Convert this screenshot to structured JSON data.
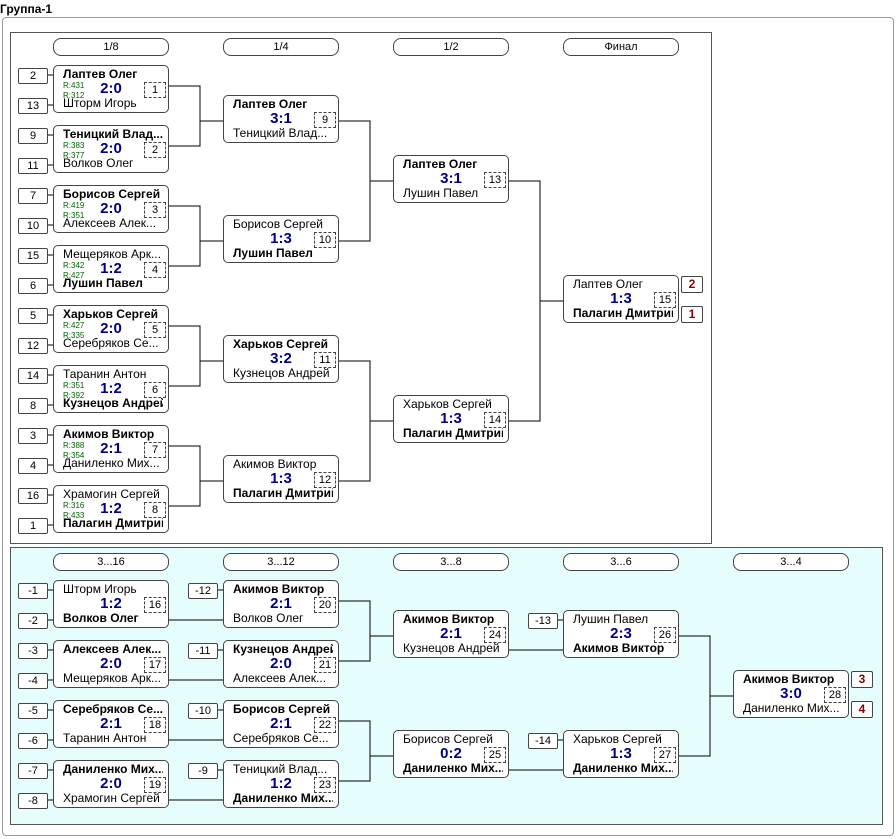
{
  "title": "Группа-1",
  "colors": {
    "score": "#000080",
    "rating": "#006400",
    "place": "#8b0000",
    "consolation_bg": "#e6fdfd"
  },
  "main": {
    "rounds": [
      "1/8",
      "1/4",
      "1/2",
      "Финал"
    ],
    "seeds": [
      "2",
      "13",
      "9",
      "11",
      "7",
      "10",
      "15",
      "6",
      "5",
      "12",
      "14",
      "8",
      "3",
      "4",
      "16",
      "1"
    ],
    "matches": [
      {
        "p1": "Лаптев Олег",
        "p2": "Шторм Игорь",
        "score": "2:0",
        "num": "1",
        "winner": 1,
        "r1": "R:431",
        "r2": "R:312"
      },
      {
        "p1": "Теницкий Влад...",
        "p2": "Волков Олег",
        "score": "2:0",
        "num": "2",
        "winner": 1,
        "r1": "R:383",
        "r2": "R:377"
      },
      {
        "p1": "Борисов Сергей",
        "p2": "Алексеев Алек...",
        "score": "2:0",
        "num": "3",
        "winner": 1,
        "r1": "R:419",
        "r2": "R:351"
      },
      {
        "p1": "Мещеряков Арк...",
        "p2": "Лушин Павел",
        "score": "1:2",
        "num": "4",
        "winner": 2,
        "r1": "R:342",
        "r2": "R:427"
      },
      {
        "p1": "Харьков Сергей",
        "p2": "Серебряков Се...",
        "score": "2:0",
        "num": "5",
        "winner": 1,
        "r1": "R:427",
        "r2": "R:335"
      },
      {
        "p1": "Таранин Антон",
        "p2": "Кузнецов Андрей",
        "score": "1:2",
        "num": "6",
        "winner": 2,
        "r1": "R:351",
        "r2": "R:392"
      },
      {
        "p1": "Акимов Виктор",
        "p2": "Даниленко Мих...",
        "score": "2:1",
        "num": "7",
        "winner": 1,
        "r1": "R:388",
        "r2": "R:354"
      },
      {
        "p1": "Храмогин Сергей",
        "p2": "Палагин Дмитрий",
        "score": "1:2",
        "num": "8",
        "winner": 2,
        "r1": "R:316",
        "r2": "R:433"
      },
      {
        "p1": "Лаптев Олег",
        "p2": "Теницкий Влад...",
        "score": "3:1",
        "num": "9",
        "winner": 1
      },
      {
        "p1": "Борисов Сергей",
        "p2": "Лушин Павел",
        "score": "1:3",
        "num": "10",
        "winner": 2
      },
      {
        "p1": "Харьков Сергей",
        "p2": "Кузнецов Андрей",
        "score": "3:2",
        "num": "11",
        "winner": 1
      },
      {
        "p1": "Акимов Виктор",
        "p2": "Палагин Дмитрий",
        "score": "1:3",
        "num": "12",
        "winner": 2
      },
      {
        "p1": "Лаптев Олег",
        "p2": "Лушин Павел",
        "score": "3:1",
        "num": "13",
        "winner": 1
      },
      {
        "p1": "Харьков Сергей",
        "p2": "Палагин Дмитрий",
        "score": "1:3",
        "num": "14",
        "winner": 2
      },
      {
        "p1": "Лаптев Олег",
        "p2": "Палагин Дмитрий",
        "score": "1:3",
        "num": "15",
        "winner": 2
      }
    ],
    "places": [
      "2",
      "1"
    ]
  },
  "consolation": {
    "rounds": [
      "3...16",
      "3...12",
      "3...8",
      "3...6",
      "3...4"
    ],
    "seeds": [
      "-1",
      "-2",
      "-3",
      "-4",
      "-5",
      "-6",
      "-7",
      "-8",
      "-12",
      "-11",
      "-10",
      "-9",
      "-13",
      "-14"
    ],
    "matches": [
      {
        "p1": "Шторм Игорь",
        "p2": "Волков Олег",
        "score": "1:2",
        "num": "16",
        "winner": 2
      },
      {
        "p1": "Алексеев Алек...",
        "p2": "Мещеряков Арк...",
        "score": "2:0",
        "num": "17",
        "winner": 1
      },
      {
        "p1": "Серебряков Се...",
        "p2": "Таранин Антон",
        "score": "2:1",
        "num": "18",
        "winner": 1
      },
      {
        "p1": "Даниленко Мих...",
        "p2": "Храмогин Сергей",
        "score": "2:0",
        "num": "19",
        "winner": 1
      },
      {
        "p1": "Акимов Виктор",
        "p2": "Волков Олег",
        "score": "2:1",
        "num": "20",
        "winner": 1
      },
      {
        "p1": "Кузнецов Андрей",
        "p2": "Алексеев Алек...",
        "score": "2:0",
        "num": "21",
        "winner": 1
      },
      {
        "p1": "Борисов Сергей",
        "p2": "Серебряков Се...",
        "score": "2:1",
        "num": "22",
        "winner": 1
      },
      {
        "p1": "Теницкий Влад...",
        "p2": "Даниленко Мих...",
        "score": "1:2",
        "num": "23",
        "winner": 2
      },
      {
        "p1": "Акимов Виктор",
        "p2": "Кузнецов Андрей",
        "score": "2:1",
        "num": "24",
        "winner": 1
      },
      {
        "p1": "Борисов Сергей",
        "p2": "Даниленко Мих...",
        "score": "0:2",
        "num": "25",
        "winner": 2
      },
      {
        "p1": "Лушин Павел",
        "p2": "Акимов Виктор",
        "score": "2:3",
        "num": "26",
        "winner": 2
      },
      {
        "p1": "Харьков Сергей",
        "p2": "Даниленко Мих...",
        "score": "1:3",
        "num": "27",
        "winner": 2
      },
      {
        "p1": "Акимов Виктор",
        "p2": "Даниленко Мих...",
        "score": "3:0",
        "num": "28",
        "winner": 1
      }
    ],
    "places": [
      "3",
      "4"
    ]
  }
}
